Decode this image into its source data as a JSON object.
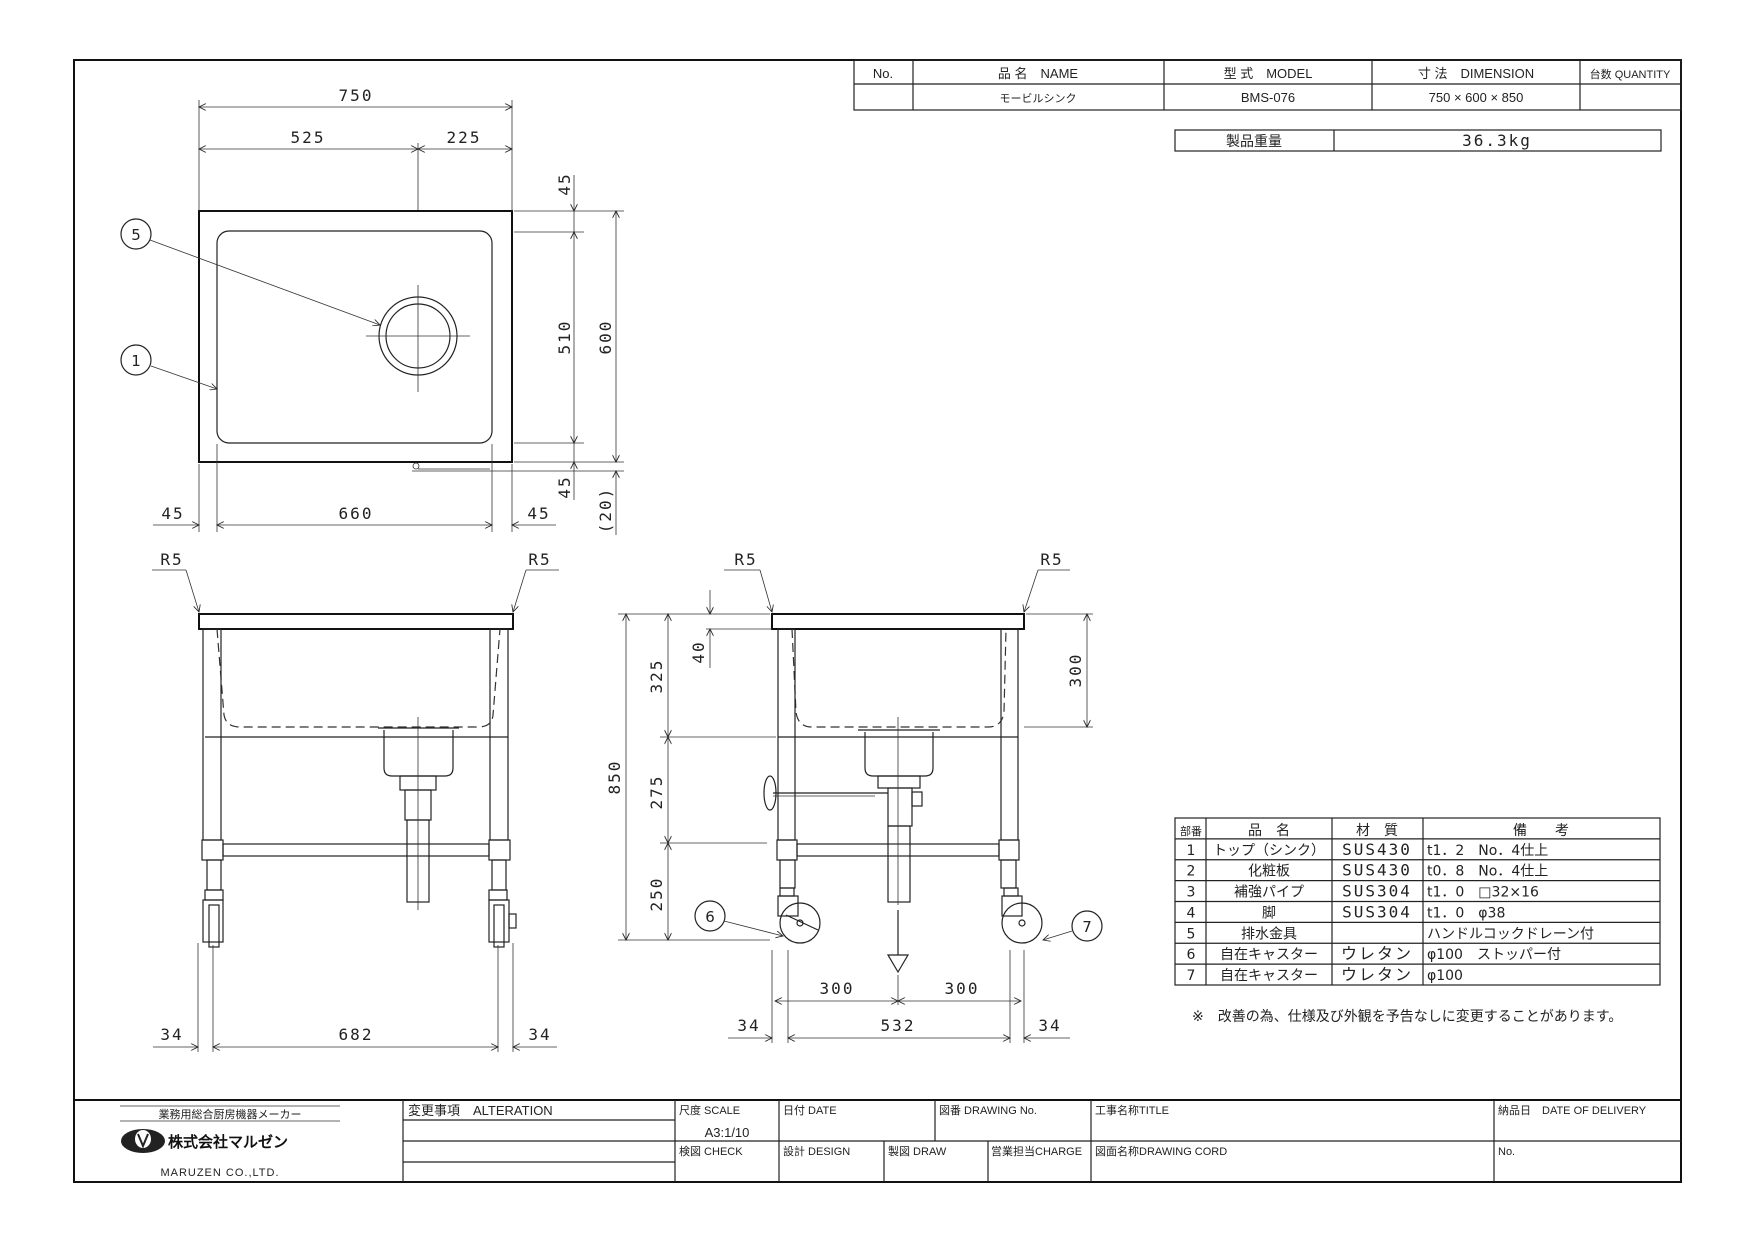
{
  "title_table": {
    "headers": {
      "no": "No.",
      "name": "品 名　NAME",
      "model": "型 式　MODEL",
      "dimension": "寸 法　DIMENSION",
      "quantity": "台数 QUANTITY"
    },
    "row": {
      "no": "",
      "name": "モービルシンク",
      "model": "BMS-076",
      "dimension": "750 × 600 × 850",
      "quantity": ""
    }
  },
  "weight": {
    "label": "製品重量",
    "value": "36.3kg"
  },
  "plan_view": {
    "dims": {
      "overall_width": "750",
      "drain_left": "525",
      "drain_right": "225",
      "top_margin": "45",
      "inner_depth": "510",
      "overall_depth": "600",
      "bottom_margin": "45",
      "overhang": "(20)",
      "left_margin": "45",
      "inner_width": "660",
      "right_margin": "45"
    },
    "callouts": {
      "drain": "5",
      "top": "1"
    }
  },
  "front_view": {
    "dims": {
      "radius_left": "R5",
      "radius_right": "R5",
      "leg_left": "34",
      "leg_span": "682",
      "leg_right": "34"
    }
  },
  "side_view": {
    "dims": {
      "radius_left": "R5",
      "radius_right": "R5",
      "overall_height": "850",
      "upper": "325",
      "middle": "275",
      "lower": "250",
      "top_thickness": "40",
      "basin_depth": "300",
      "drain_left": "300",
      "drain_right": "300",
      "leg_left": "34",
      "leg_span": "532",
      "leg_right": "34"
    },
    "callouts": {
      "caster_stopper": "6",
      "caster": "7"
    }
  },
  "parts_table": {
    "headers": [
      "部番",
      "品　名",
      "材　質",
      "備　　考"
    ],
    "rows": [
      {
        "no": "1",
        "name": "トップ（シンク）",
        "material": "SUS430",
        "remarks": "t1．2　No．4仕上"
      },
      {
        "no": "2",
        "name": "化粧板",
        "material": "SUS430",
        "remarks": "t0．8　No．4仕上"
      },
      {
        "no": "3",
        "name": "補強パイプ",
        "material": "SUS304",
        "remarks": "t1．0　□32×16"
      },
      {
        "no": "4",
        "name": "脚",
        "material": "SUS304",
        "remarks": "t1．0　φ38"
      },
      {
        "no": "5",
        "name": "排水金具",
        "material": "",
        "remarks": "ハンドルコックドレーン付"
      },
      {
        "no": "6",
        "name": "自在キャスター",
        "material": "ウレタン",
        "remarks": "φ100　ストッパー付"
      },
      {
        "no": "7",
        "name": "自在キャスター",
        "material": "ウレタン",
        "remarks": "φ100"
      }
    ],
    "note": "※　改善の為、仕様及び外観を予告なしに変更することがあります。"
  },
  "title_block": {
    "maker_tagline": "業務用総合厨房機器メーカー",
    "company_jp": "株式会社マルゼン",
    "company_en": "MARUZEN CO.,LTD.",
    "alteration": "変更事項　ALTERATION",
    "scale_label": "尺度 SCALE",
    "scale_value": "A3:1/10",
    "date": "日付 DATE",
    "drawing_no": "図番 DRAWING No.",
    "title": "工事名称TITLE",
    "delivery": "納品日　DATE OF DELIVERY",
    "check": "検図 CHECK",
    "design": "設計 DESIGN",
    "draw": "製図 DRAW",
    "charge": "営業担当CHARGE",
    "drawing_cord": "図面名称DRAWING CORD",
    "no": "No."
  }
}
